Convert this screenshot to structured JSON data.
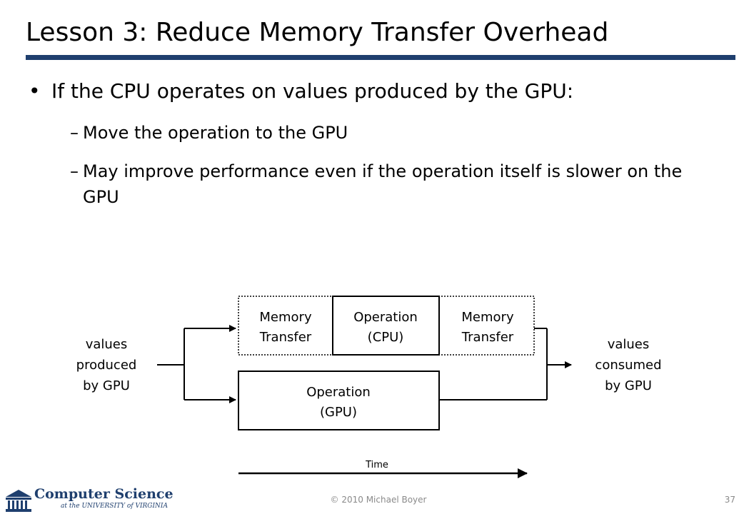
{
  "slide": {
    "title": "Lesson 3: Reduce Memory Transfer Overhead",
    "bullet": "If the CPU operates on values produced by the GPU:",
    "subbullets": [
      "Move the operation to the GPU",
      "May improve performance even if the operation itself is slower on the GPU"
    ]
  },
  "diagram": {
    "input_label": [
      "values",
      "produced",
      "by GPU"
    ],
    "output_label": [
      "values",
      "consumed",
      "by GPU"
    ],
    "top_path": [
      {
        "label": [
          "Memory",
          "Transfer"
        ]
      },
      {
        "label": [
          "Operation",
          "(CPU)"
        ]
      },
      {
        "label": [
          "Memory",
          "Transfer"
        ]
      }
    ],
    "bottom_path": {
      "label": [
        "Operation",
        "(GPU)"
      ]
    },
    "time_label": "Time"
  },
  "footer": {
    "logo_line1": "Computer Science",
    "logo_line2": "at the UNIVERSITY of VIRGINIA",
    "copyright": "© 2010 Michael Boyer",
    "page": "37"
  },
  "colors": {
    "accent": "#1f3f6e",
    "footer_text": "#8a8a8a"
  }
}
